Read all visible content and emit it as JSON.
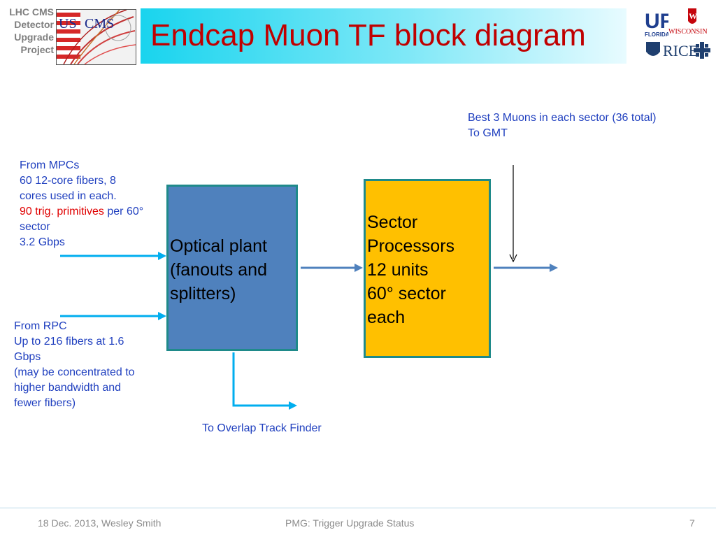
{
  "header": {
    "project_label_lines": [
      "LHC CMS",
      "Detector",
      "Upgrade",
      "Project"
    ],
    "logo_us": "US",
    "logo_cms": "CMS",
    "title": "Endcap Muon TF block diagram",
    "uf_logo_text": "UF",
    "uf_logo_sub": "FLORIDA",
    "wisc_logo_text": "WISCONSIN",
    "rice_logo_text": "RICE"
  },
  "notes": {
    "mpc_line1": "From MPCs",
    "mpc_line2": "60 12-core fibers, 8",
    "mpc_line3": "cores used in each.",
    "mpc_line4_red": "90 trig. primitives",
    "mpc_line4_rest": " per 60°",
    "mpc_line5": "sector",
    "mpc_line6": "3.2 Gbps",
    "rpc_lines": [
      "From RPC",
      "Up to 216 fibers at 1.6",
      "Gbps",
      "(may be concentrated to",
      "higher bandwidth and",
      "fewer fibers)"
    ],
    "gmt_lines": [
      "Best 3 Muons in each sector (36 total)",
      "To GMT"
    ],
    "overlap": "To Overlap Track Finder"
  },
  "boxes": {
    "optical_lines": [
      "Optical plant",
      "(fanouts and",
      "splitters)"
    ],
    "sector_lines": [
      "Sector",
      "Processors",
      "12 units",
      "60° sector",
      "each"
    ]
  },
  "footer": {
    "date_author": "18 Dec. 2013, Wesley Smith",
    "center": "PMG: Trigger Upgrade Status",
    "page": "7"
  },
  "colors": {
    "title": "#c00000",
    "note_text": "#1f3fbf",
    "highlight": "#e00000",
    "optical_box": "#4f81bd",
    "sector_box": "#ffc000",
    "input_arrow": "#00aeef",
    "connector_arrow": "#4f81bd"
  }
}
